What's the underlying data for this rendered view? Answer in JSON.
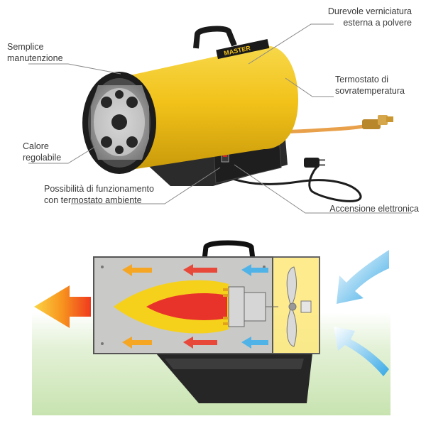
{
  "callouts": {
    "exterior_paint": {
      "line1": "Durevole verniciatura",
      "line2": "esterna a polvere"
    },
    "easy_maintenance": {
      "line1": "Semplice",
      "line2": "manutenzione"
    },
    "overheat_thermostat": {
      "line1": "Termostato di",
      "line2": "sovratemperatura"
    },
    "adjustable_heat": {
      "line1": "Calore",
      "line2": "regolabile"
    },
    "room_thermostat": {
      "line1": "Possibilità di funzionamento",
      "line2": "con termostato ambiente"
    },
    "electronic_ignition": {
      "line1": "Accensione elettronica"
    }
  },
  "brand": {
    "logo_text": "MASTER"
  },
  "colors": {
    "body_yellow": "#f2c21a",
    "base_dark": "#2b2b2b",
    "warm_flow": "#f5a623",
    "hot_core": "#e8332a",
    "cold_flow": "#4fb3e8",
    "ground_green": "#d9ecc8",
    "hose_orange": "#e8a04a"
  },
  "icons": [
    "burner-grille-icon",
    "on-off-switch-icon",
    "power-plug-icon",
    "gas-valve-icon",
    "fan-icon"
  ]
}
